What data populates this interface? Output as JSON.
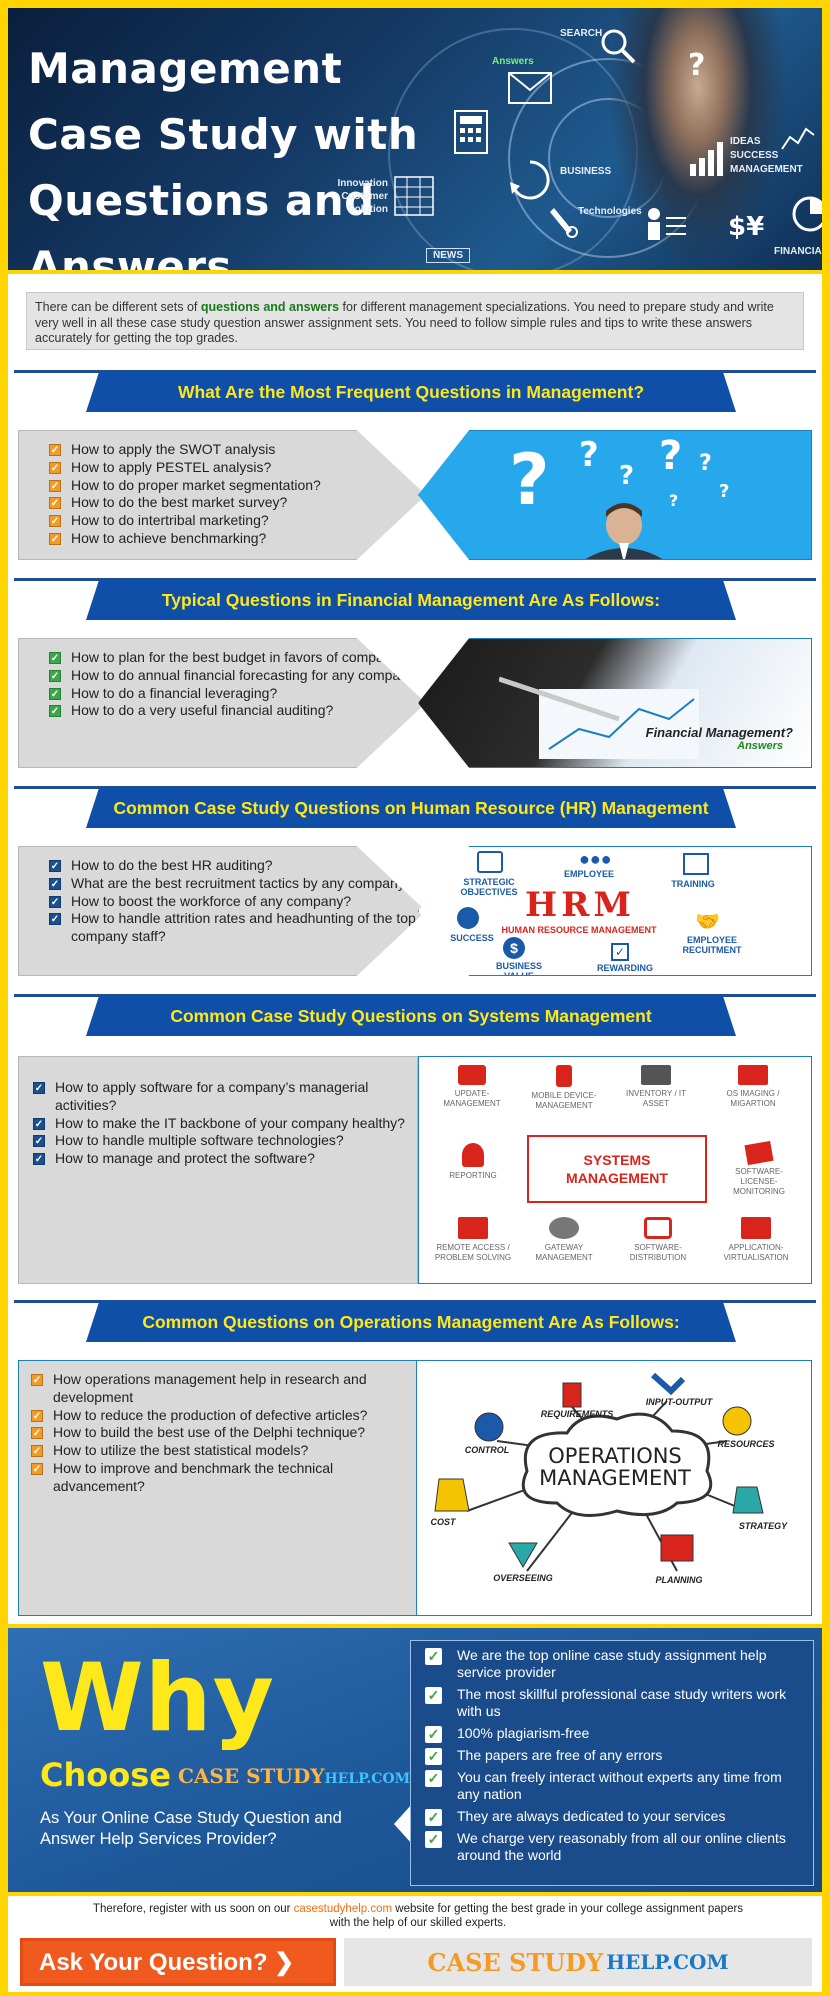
{
  "header": {
    "title": "Management Case Study with Questions and Answers",
    "labels": {
      "search": "SEARCH",
      "answers": "Answers",
      "ideas": "IDEAS",
      "success": "SUCCESS",
      "management": "MANAGEMENT",
      "business": "BUSINESS",
      "innovation": "Innovation",
      "customer": "Customer",
      "solution": "Solution",
      "technologies": "Technologies",
      "news": "NEWS",
      "financial": "FINANCIAL"
    }
  },
  "intro": {
    "before": "There can be different sets of ",
    "highlight": "questions and answers",
    "after": " for different management specializations. You need to prepare study and write very well in all these case study question answer assignment sets. You need to follow simple rules and tips to write these answers accurately for getting the top grades."
  },
  "sections": [
    {
      "heading": "What Are the Most Frequent Questions in Management?",
      "items": [
        "How to apply the SWOT analysis",
        "How to apply PESTEL analysis?",
        "How to do proper market segmentation?",
        "How to do the best market survey?",
        "How to do intertribal marketing?",
        "How to achieve benchmarking?"
      ]
    },
    {
      "heading": "Typical Questions in Financial Management Are As Follows:",
      "items": [
        "How to plan for the best budget in favors of company X?",
        "How to do annual financial forecasting for any company?",
        "How to do a financial leveraging?",
        "How to do a very useful financial auditing?"
      ],
      "image_caption": "Financial Management?",
      "image_caption2": "Answers"
    },
    {
      "heading": "Common Case Study Questions on Human Resource (HR) Management",
      "items": [
        "How to do the best HR auditing?",
        "What are the best recruitment tactics by any company?",
        "How to boost the workforce of any company?",
        "How to handle attrition rates and headhunting of the top company staff?"
      ],
      "image": {
        "title": "HRM",
        "subtitle": "HUMAN RESOURCE MANAGEMENT",
        "nodes": [
          "STRATEGIC OBJECTIVES",
          "EMPLOYEE",
          "TRAINING",
          "SUCCESS",
          "EMPLOYEE RECUITMENT",
          "BUSINESS VALUE",
          "REWARDING"
        ]
      }
    },
    {
      "heading": "Common Case Study Questions on Systems Management",
      "items": [
        "How to apply software for a company’s managerial activities?",
        "How to make the IT backbone of your company healthy?",
        "How to handle multiple software technologies?",
        "How to manage and protect the software?"
      ],
      "image": {
        "center": "SYSTEMS MANAGEMENT",
        "tiles": [
          "UPDATE-MANAGEMENT",
          "MOBILE DEVICE-MANAGEMENT",
          "INVENTORY / IT ASSET",
          "OS IMAGING / MIGARTION",
          "REPORTING",
          "SOFTWARE-LICENSE-MONITORING",
          "REMOTE ACCESS / PROBLEM SOLVING",
          "GATEWAY MANAGEMENT",
          "SOFTWARE-DISTRIBUTION",
          "APPLICATION-VIRTUALISATION"
        ]
      }
    },
    {
      "heading": "Common Questions on Operations Management Are As Follows:",
      "items": [
        "How operations management help in research and development",
        "How to reduce the production of defective articles?",
        "How to build the best use of the Delphi technique?",
        "How to utilize the best statistical models?",
        "How to improve and benchmark the technical advancement?"
      ],
      "image": {
        "center": "OPERATIONS MANAGEMENT",
        "nodes": [
          "REQUIREMENTS",
          "INPUT-OUTPUT",
          "CONTROL",
          "RESOURCES",
          "COST",
          "STRATEGY",
          "OVERSEEING",
          "PLANNING"
        ]
      }
    }
  ],
  "why": {
    "big": "Why",
    "choose": "Choose",
    "logo_main": "CASE STUDY",
    "logo_suffix": "HELP.COM",
    "subtitle": "As Your Online Case Study Question and Answer Help Services Provider?",
    "items": [
      "We are the top online case study assignment help service provider",
      "The most skillful professional case study writers work with us",
      "100% plagiarism-free",
      "The papers are free of any errors",
      "You can freely interact without experts any time from any nation",
      "They are always dedicated to your services",
      "We charge very reasonably from all our online clients around the world"
    ]
  },
  "footer": {
    "text_before": "Therefore, register with us soon on our ",
    "link": "casestudyhelp.com",
    "text_after": " website for getting the best grade in your college assignment papers with the help of our skilled experts.",
    "ask_button": "Ask Your Question? ❯",
    "logo_main": "CASE STUDY",
    "logo_suffix": "HELP.COM"
  },
  "colors": {
    "yellow": "#ffd400",
    "banner": "#0f4fa8",
    "accent_orange": "#f15a1f"
  }
}
